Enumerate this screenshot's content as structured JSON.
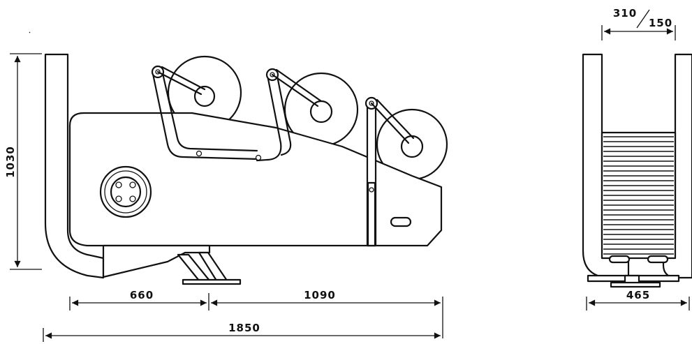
{
  "dimensions": {
    "height": "1030",
    "left_length": "660",
    "right_length": "1090",
    "total_length": "1850",
    "top_width": "310",
    "top_width_alt": "150",
    "end_width": "465"
  }
}
